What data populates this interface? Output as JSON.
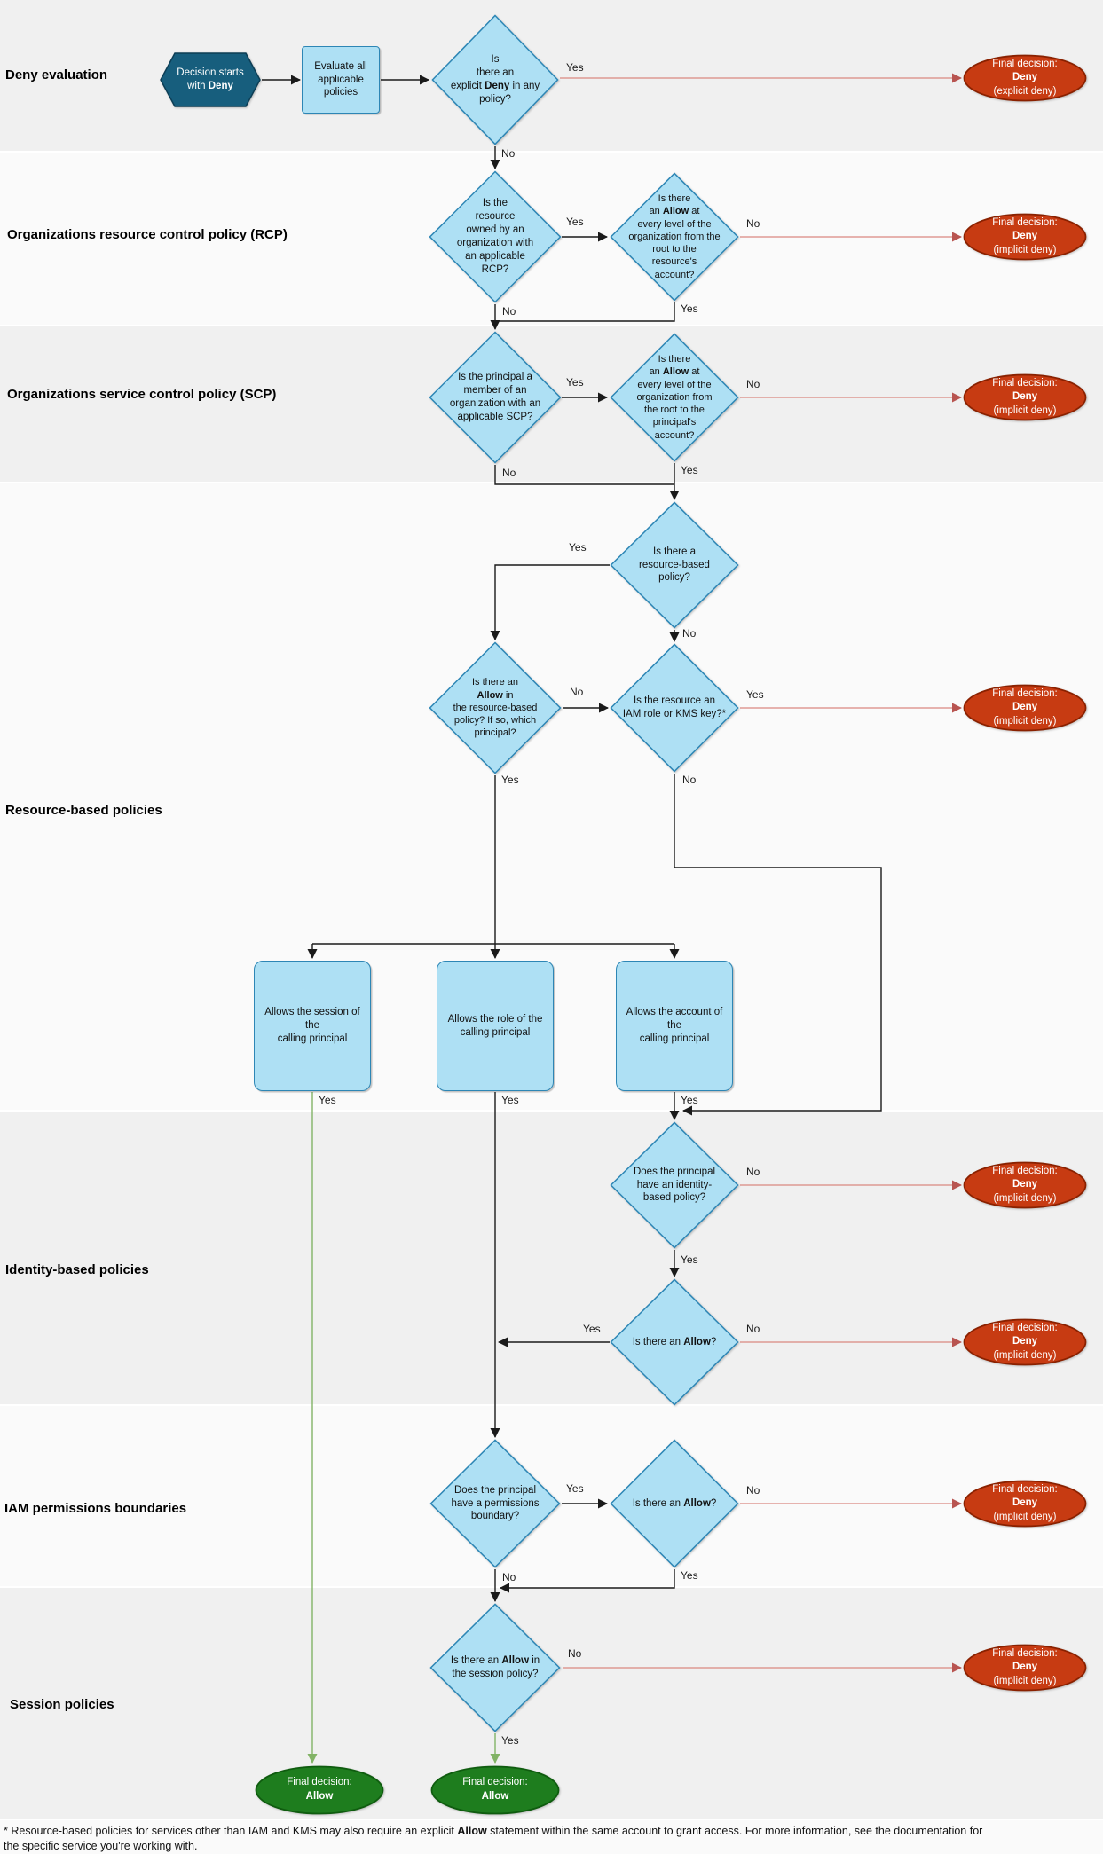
{
  "sections": [
    {
      "label": "Deny evaluation"
    },
    {
      "label": "Organizations resource control policy (RCP)"
    },
    {
      "label": "Organizations service control policy (SCP)"
    },
    {
      "label": "Resource-based policies"
    },
    {
      "label": "Identity-based policies"
    },
    {
      "label": "IAM permissions boundaries"
    },
    {
      "label": "Session policies"
    }
  ],
  "nodes": {
    "start": {
      "pre": "Decision starts\nwith ",
      "bold": "Deny"
    },
    "evaluate": {
      "pre": "Evaluate all\napplicable\npolicies"
    },
    "explicit_deny_q": {
      "pre": "Is\nthere an\nexplicit ",
      "bold": "Deny",
      "post": " in any\npolicy?"
    },
    "rcp_q": {
      "pre": "Is the\nresource\nowned by an\norganization with\nan applicable\nRCP?"
    },
    "rcp_allow_q": {
      "pre": "Is there\nan ",
      "bold": "Allow",
      "post": " at\nevery level of the\norganization from the\nroot to the\nresource's\naccount?"
    },
    "scp_q": {
      "pre": "Is the principal a\nmember of an\norganization with an\napplicable SCP?"
    },
    "scp_allow_q": {
      "pre": "Is there\nan ",
      "bold": "Allow",
      "post": " at\nevery level of the\norganization from\nthe root to the\nprincipal's\naccount?"
    },
    "rbp_q": {
      "pre": "Is there a\nresource-based\npolicy?"
    },
    "rbp_allow_q": {
      "pre": "Is there an\n",
      "bold": "Allow",
      "post": " in\nthe resource-based\npolicy? If so, which\nprincipal?"
    },
    "iam_kms_q": {
      "pre": "Is the resource an\nIAM role or KMS key?*"
    },
    "box_session": {
      "pre": "Allows the session of the\ncalling principal"
    },
    "box_role": {
      "pre": "Allows the role of the\ncalling principal"
    },
    "box_account": {
      "pre": "Allows the account of the\ncalling principal"
    },
    "idp_q": {
      "pre": "Does the principal\nhave an identity-\nbased policy?"
    },
    "idp_allow_q": {
      "pre": "Is there an ",
      "bold": "Allow",
      "post": "?"
    },
    "pb_q": {
      "pre": "Does the principal\nhave a permissions\nboundary?"
    },
    "pb_allow_q": {
      "pre": "Is there an ",
      "bold": "Allow",
      "post": "?"
    },
    "session_allow_q": {
      "pre": "Is there an ",
      "bold": "Allow",
      "post": " in\nthe session policy?"
    }
  },
  "final_decisions": {
    "explicit_deny": {
      "l1": "Final decision:",
      "l2": "Deny",
      "l3": "(explicit deny)"
    },
    "implicit_deny": {
      "l1": "Final decision:",
      "l2": "Deny",
      "l3": "(implicit deny)"
    },
    "allow": {
      "l1": "Final decision:",
      "l2": "Allow"
    }
  },
  "edge_labels": {
    "e1": "Yes",
    "e2": "No",
    "e3": "Yes",
    "e4": "No",
    "e5": "No",
    "e6": "Yes",
    "e7": "Yes",
    "e8": "No",
    "e9": "No",
    "e10": "Yes",
    "e11": "Yes",
    "e12": "No",
    "e13": "No",
    "e14": "Yes",
    "e15": "No",
    "e16": "Yes",
    "e17": "Yes",
    "e18": "Yes",
    "e19": "Yes",
    "e20": "No",
    "e21": "Yes",
    "e22": "Yes",
    "e23": "No",
    "e24": "Yes",
    "e25": "No",
    "e26": "No",
    "e27": "Yes",
    "e28": "No",
    "e29": "Yes"
  },
  "footnote": {
    "pre": "* Resource-based policies for services other than IAM and KMS may also require an explicit ",
    "bold": "Allow",
    "post": " statement within the same account to grant access. For more information, see the documentation for\nthe specific service you're working with."
  },
  "colors": {
    "node_fill": "#aee0f4",
    "node_stroke": "#2d86b5",
    "start_fill": "#175e7d",
    "deny_fill": "#c73b12",
    "allow_fill": "#1e7d1e",
    "line": "#1a1a1a",
    "deny_line": "#d98880",
    "deny_arrowhead": "#b85450",
    "allow_line": "#82b366",
    "band_gray": "#f0f0f0",
    "band_light": "#fafafa"
  }
}
